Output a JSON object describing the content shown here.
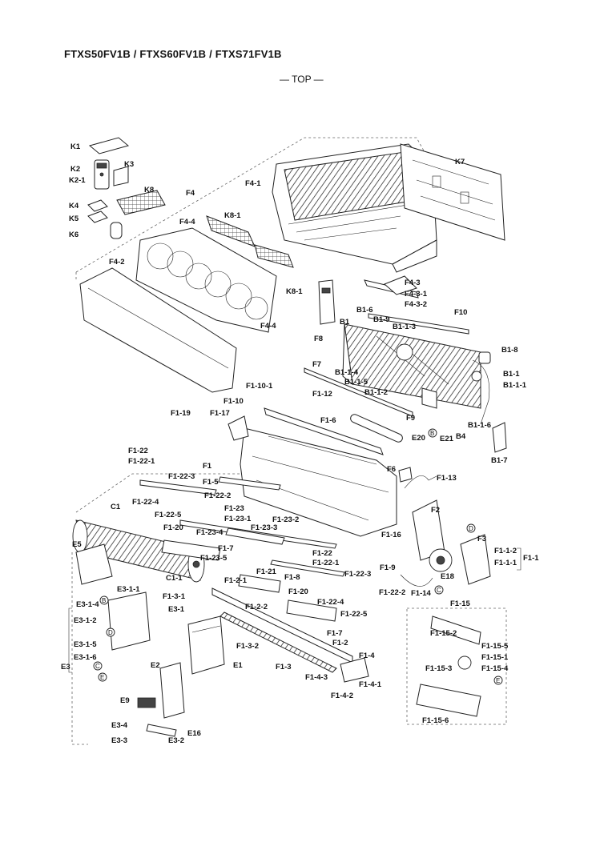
{
  "header": {
    "model_title": "FTXS50FV1B / FTXS60FV1B / FTXS71FV1B",
    "orientation_label": "— TOP —"
  },
  "parts": {
    "K1": "K1",
    "K2": "K2",
    "K2-1": "K2-1",
    "K3": "K3",
    "K4": "K4",
    "K5": "K5",
    "K6": "K6",
    "K7": "K7",
    "K8": "K8",
    "K8-1a": "K8-1",
    "K8-1b": "K8-1",
    "F4": "F4",
    "F4-1": "F4-1",
    "F4-2": "F4-2",
    "F4-3": "F4-3",
    "F4-3-1": "F4-3-1",
    "F4-3-2": "F4-3-2",
    "F4-4a": "F4-4",
    "F4-4b": "F4-4",
    "F8": "F8",
    "F10": "F10",
    "F7": "F7",
    "F9": "F9",
    "F6": "F6",
    "B1": "B1",
    "B1-6": "B1-6",
    "B1-9": "B1-9",
    "B1-1-3": "B1-1-3",
    "B1-1-4": "B1-1-4",
    "B1-1-5": "B1-1-5",
    "B1-1-2": "B1-1-2",
    "B1-8": "B1-8",
    "B1-1": "B1-1",
    "B1-1-1": "B1-1-1",
    "B1-1-6": "B1-1-6",
    "B1-7": "B1-7",
    "B4": "B4",
    "E21": "E21",
    "E20": "E20",
    "F1-10-1": "F1-10-1",
    "F1-12": "F1-12",
    "F1-6": "F1-6",
    "F1-10": "F1-10",
    "F1-19": "F1-19",
    "F1-17": "F1-17",
    "F1-22a": "F1-22",
    "F1-22-1a": "F1-22-1",
    "F1": "F1",
    "F1-5": "F1-5",
    "F1-22-2a": "F1-22-2",
    "F1-22-3a": "F1-22-3",
    "F1-22-4a": "F1-22-4",
    "F1-22-5a": "F1-22-5",
    "F1-13": "F1-13",
    "F1-23": "F1-23",
    "F1-23-1": "F1-23-1",
    "F1-23-3": "F1-23-3",
    "F1-23-2": "F1-23-2",
    "F1-23-4": "F1-23-4",
    "F1-23-5": "F1-23-5",
    "C1": "C1",
    "C1-1": "C1-1",
    "F1-20a": "F1-20",
    "F1-7a": "F1-7",
    "F2": "F2",
    "F3": "F3",
    "F1-16": "F1-16",
    "F1-1-2": "F1-1-2",
    "F1-1-1": "F1-1-1",
    "F1-1": "F1-1",
    "E18": "E18",
    "F1-14": "F1-14",
    "F1-9": "F1-9",
    "F1-22b": "F1-22",
    "F1-22-1b": "F1-22-1",
    "F1-22-3b": "F1-22-3",
    "F1-22-2b": "F1-22-2",
    "F1-22-4b": "F1-22-4",
    "F1-22-5b": "F1-22-5",
    "F1-21": "F1-21",
    "F1-8": "F1-8",
    "F1-2-1": "F1-2-1",
    "F1-3-1": "F1-3-1",
    "F1-20b": "F1-20",
    "F1-7b": "F1-7",
    "F1-2-2": "F1-2-2",
    "F1-3-2": "F1-3-2",
    "F1-3": "F1-3",
    "F1-2": "F1-2",
    "F1-4": "F1-4",
    "F1-4-3": "F1-4-3",
    "F1-4-1": "F1-4-1",
    "F1-4-2": "F1-4-2",
    "E5": "E5",
    "E3-1-1": "E3-1-1",
    "E3-1-4": "E3-1-4",
    "E3-1-2": "E3-1-2",
    "E3-1": "E3-1",
    "E3-1-5": "E3-1-5",
    "E3-1-6": "E3-1-6",
    "E3": "E3",
    "E2": "E2",
    "E1": "E1",
    "E9": "E9",
    "E3-4": "E3-4",
    "E3-3": "E3-3",
    "E3-2": "E3-2",
    "E16": "E16",
    "F1-15": "F1-15",
    "F1-15-2": "F1-15-2",
    "F1-15-5": "F1-15-5",
    "F1-15-1": "F1-15-1",
    "F1-15-3": "F1-15-3",
    "F1-15-4": "F1-15-4",
    "F1-15-6": "F1-15-6"
  },
  "connectors": {
    "B": "B",
    "C": "C",
    "D": "D",
    "E": "E"
  }
}
